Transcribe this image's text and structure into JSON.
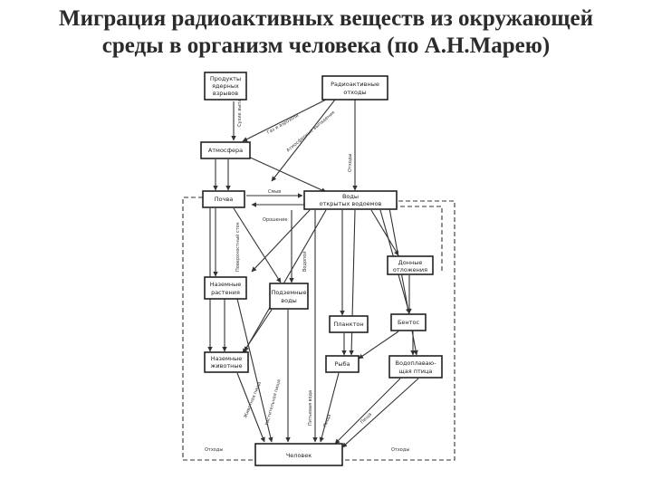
{
  "slide": {
    "title_line1": "Миграция радиоактивных веществ из окружающей",
    "title_line2": "среды в организм человека (по А.Н.Марею)"
  },
  "diagram": {
    "nodes": {
      "nuclear_products": [
        "Продукты",
        "ядерных",
        "взрывов"
      ],
      "radioactive_waste": [
        "Радиоактивные",
        "отходы"
      ],
      "atmosphere": [
        "Атмосфера"
      ],
      "soil": [
        "Почва"
      ],
      "open_waters": [
        "Воды",
        "открытых водоемов"
      ],
      "land_plants": [
        "Наземные",
        "растения"
      ],
      "groundwater": [
        "Подземные",
        "воды"
      ],
      "bottom_sediments": [
        "Донные",
        "отложения"
      ],
      "plankton": [
        "Планктон"
      ],
      "benthos": [
        "Бентос"
      ],
      "land_animals": [
        "Наземные",
        "животные"
      ],
      "fish": [
        "Рыба"
      ],
      "waterfowl": [
        "Водоплаваю-",
        "щая птица"
      ],
      "human": [
        "Человек"
      ]
    },
    "edge_labels": {
      "gases_aerosols": "Газ и аэрозоли",
      "fallout_1": "Атмосферные выпадения",
      "fallout_2": "Сухие выпадения",
      "discharge": "Отходы",
      "runoff": "Смыв",
      "irrigation": "Орошение",
      "surface_runoff": "Поверхностный сток",
      "watering": "Водопой",
      "drinking_water": "Питьевая вода",
      "waste_left": "Отходы",
      "waste_right": "Отходы",
      "food_fish": "Пища",
      "food_plant": "Растительная пища",
      "food_animal": "Животная пища",
      "food_bird": "Пища"
    }
  }
}
